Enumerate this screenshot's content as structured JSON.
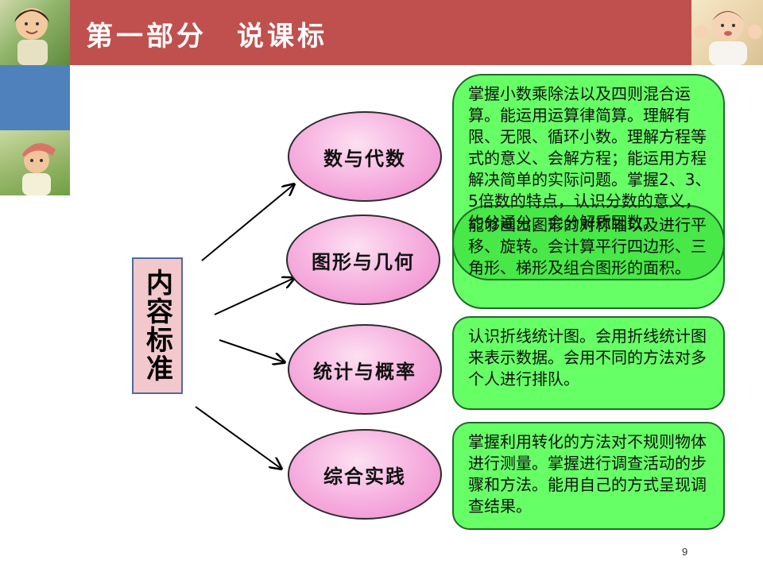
{
  "header": {
    "title": "第一部分　说课标"
  },
  "main_label": "内容标准",
  "topics": [
    {
      "label": "数与代数"
    },
    {
      "label": "图形与几何"
    },
    {
      "label": "统计与概率"
    },
    {
      "label": "综合实践"
    }
  ],
  "descriptions": {
    "numbers": "掌握小数乘除法以及四则混合运算。能运用运算律简算。理解有限、无限、循环小数。理解方程等式的意义、会解方程；能运用方程解决简单的实际问题。掌握2、3、5倍数的特点，认识分数的意义，约分通分，会分解质因数。",
    "geometry": "能够画出图形的对称轴以及进行平移、旋转。会计算平行四边形、三角形、梯形及组合图形的面积。",
    "statistics": "认识折线统计图。会用折线统计图来表示数据。会用不同的方法对多个人进行排队。",
    "practice": "掌握利用转化的方法对不规则物体进行测量。掌握进行调查活动的步骤和方法。能用自己的方式呈现调查结果。"
  },
  "page_number": "9",
  "colors": {
    "header": "#c0504d",
    "box": "#66ff66",
    "ellipse": "#f7b5e1",
    "label": "#f2c8cc"
  }
}
